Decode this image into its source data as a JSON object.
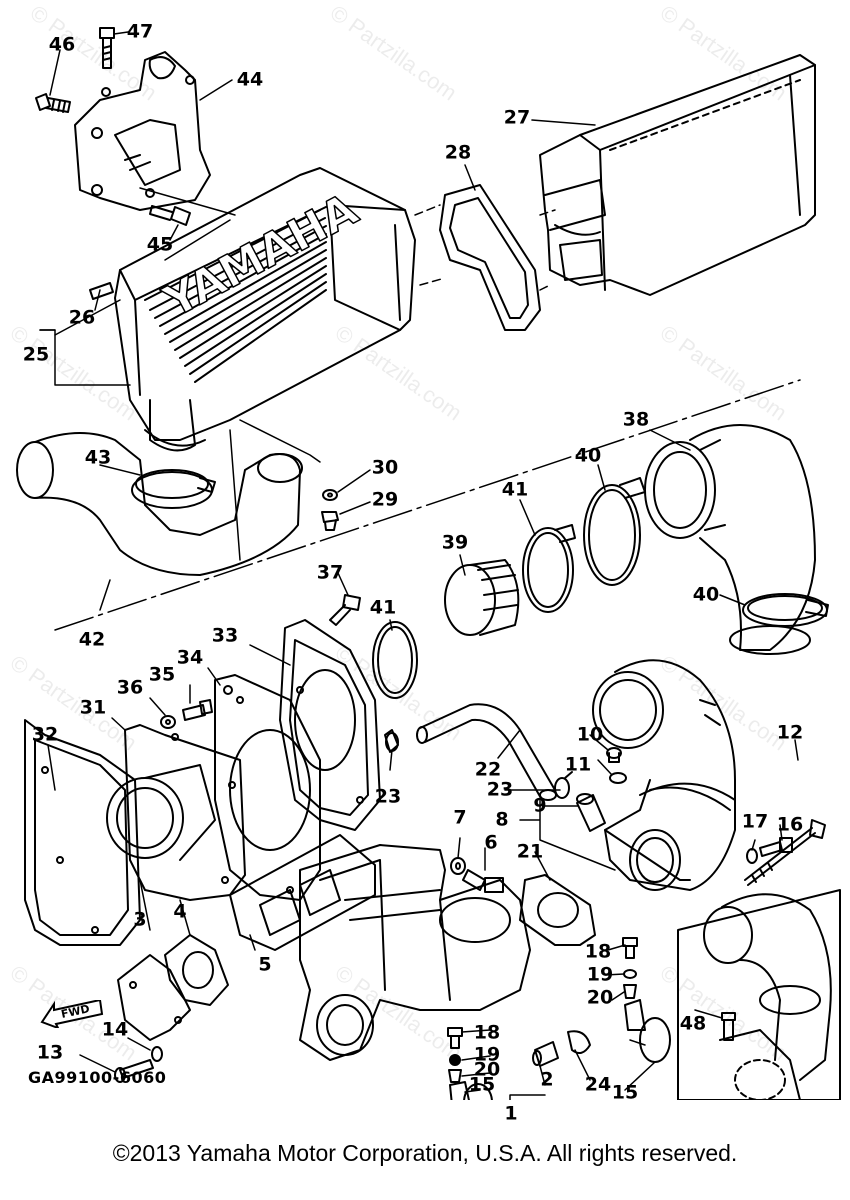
{
  "diagram": {
    "title": "Yamaha personal watercraft intake / exhaust parts diagram",
    "drawing_code": "GA99100-6060",
    "copyright": "©2013  Yamaha Motor Corporation, U.S.A. All rights reserved.",
    "watermark": "© Partzilla.com",
    "direction_marker": "FWD",
    "brand_embossing": "YAMAHA",
    "callouts": [
      {
        "id": "callout-47",
        "num": "47"
      },
      {
        "id": "callout-46",
        "num": "46"
      },
      {
        "id": "callout-44",
        "num": "44"
      },
      {
        "id": "callout-45",
        "num": "45"
      },
      {
        "id": "callout-27",
        "num": "27"
      },
      {
        "id": "callout-28",
        "num": "28"
      },
      {
        "id": "callout-26",
        "num": "26"
      },
      {
        "id": "callout-25",
        "num": "25"
      },
      {
        "id": "callout-43",
        "num": "43"
      },
      {
        "id": "callout-30",
        "num": "30"
      },
      {
        "id": "callout-29",
        "num": "29"
      },
      {
        "id": "callout-38",
        "num": "38"
      },
      {
        "id": "callout-40a",
        "num": "40"
      },
      {
        "id": "callout-41a",
        "num": "41"
      },
      {
        "id": "callout-39",
        "num": "39"
      },
      {
        "id": "callout-42",
        "num": "42"
      },
      {
        "id": "callout-37",
        "num": "37"
      },
      {
        "id": "callout-41b",
        "num": "41"
      },
      {
        "id": "callout-40b",
        "num": "40"
      },
      {
        "id": "callout-33",
        "num": "33"
      },
      {
        "id": "callout-34",
        "num": "34"
      },
      {
        "id": "callout-35",
        "num": "35"
      },
      {
        "id": "callout-36",
        "num": "36"
      },
      {
        "id": "callout-31",
        "num": "31"
      },
      {
        "id": "callout-32",
        "num": "32"
      },
      {
        "id": "callout-10",
        "num": "10"
      },
      {
        "id": "callout-11",
        "num": "11"
      },
      {
        "id": "callout-12",
        "num": "12"
      },
      {
        "id": "callout-22",
        "num": "22"
      },
      {
        "id": "callout-23a",
        "num": "23"
      },
      {
        "id": "callout-23b",
        "num": "23"
      },
      {
        "id": "callout-9",
        "num": "9"
      },
      {
        "id": "callout-8",
        "num": "8"
      },
      {
        "id": "callout-17",
        "num": "17"
      },
      {
        "id": "callout-16",
        "num": "16"
      },
      {
        "id": "callout-7",
        "num": "7"
      },
      {
        "id": "callout-6",
        "num": "6"
      },
      {
        "id": "callout-21",
        "num": "21"
      },
      {
        "id": "callout-3",
        "num": "3"
      },
      {
        "id": "callout-4",
        "num": "4"
      },
      {
        "id": "callout-5",
        "num": "5"
      },
      {
        "id": "callout-18a",
        "num": "18"
      },
      {
        "id": "callout-19a",
        "num": "19"
      },
      {
        "id": "callout-20a",
        "num": "20"
      },
      {
        "id": "callout-48",
        "num": "48"
      },
      {
        "id": "callout-14",
        "num": "14"
      },
      {
        "id": "callout-13",
        "num": "13"
      },
      {
        "id": "callout-18b",
        "num": "18"
      },
      {
        "id": "callout-19b",
        "num": "19"
      },
      {
        "id": "callout-20b",
        "num": "20"
      },
      {
        "id": "callout-15a",
        "num": "15"
      },
      {
        "id": "callout-2",
        "num": "2"
      },
      {
        "id": "callout-24",
        "num": "24"
      },
      {
        "id": "callout-15b",
        "num": "15"
      },
      {
        "id": "callout-1",
        "num": "1"
      }
    ]
  }
}
